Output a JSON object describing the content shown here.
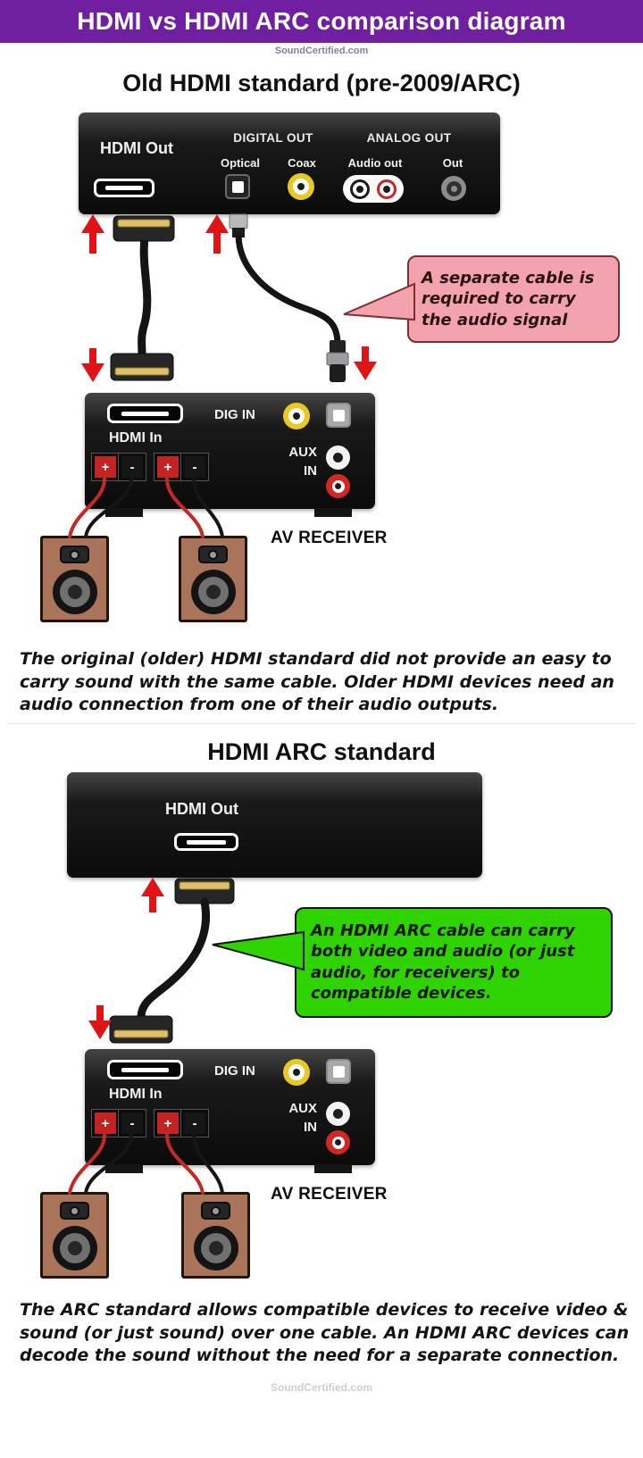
{
  "header": {
    "title": "HDMI vs HDMI ARC comparison diagram",
    "site": "SoundCertified.com"
  },
  "old_section": {
    "title": "Old HDMI standard (pre-2009/ARC)",
    "callout": "A separate cable is required to carry the audio signal",
    "caption": "The original (older) HDMI standard did not provide an easy to carry sound with the same cable. Older HDMI devices need an audio connection from one of their audio outputs."
  },
  "arc_section": {
    "title": "HDMI ARC standard",
    "callout": "An HDMI ARC cable can carry both video and audio (or just audio, for receivers) to compatible devices.",
    "caption": "The ARC standard allows compatible devices to receive video & sound (or just sound) over one cable. An HDMI ARC devices can decode the sound without the need for a separate connection."
  },
  "source_panel": {
    "hdmi_out": "HDMI Out",
    "digital_out": "DIGITAL OUT",
    "optical": "Optical",
    "coax": "Coax",
    "analog_out": "ANALOG OUT",
    "audio_out": "Audio out",
    "out": "Out"
  },
  "arc_source_panel": {
    "hdmi_out": "HDMI Out"
  },
  "receiver": {
    "dig_in": "DIG IN",
    "hdmi_in": "HDMI In",
    "aux": "AUX",
    "in": "IN",
    "plus": "+",
    "minus": "-",
    "name": "AV RECEIVER"
  },
  "footer": {
    "site": "SoundCertified.com"
  },
  "colors": {
    "header_bg": "#701fa0",
    "callout_pink": "#f2a3ad",
    "callout_pink_border": "#7d2e2e",
    "callout_green": "#2fd400",
    "arrow_red": "#e01414",
    "speaker_brown": "#a9745a",
    "coax_yellow": "#e8c822",
    "terminal_red": "#c32322"
  }
}
